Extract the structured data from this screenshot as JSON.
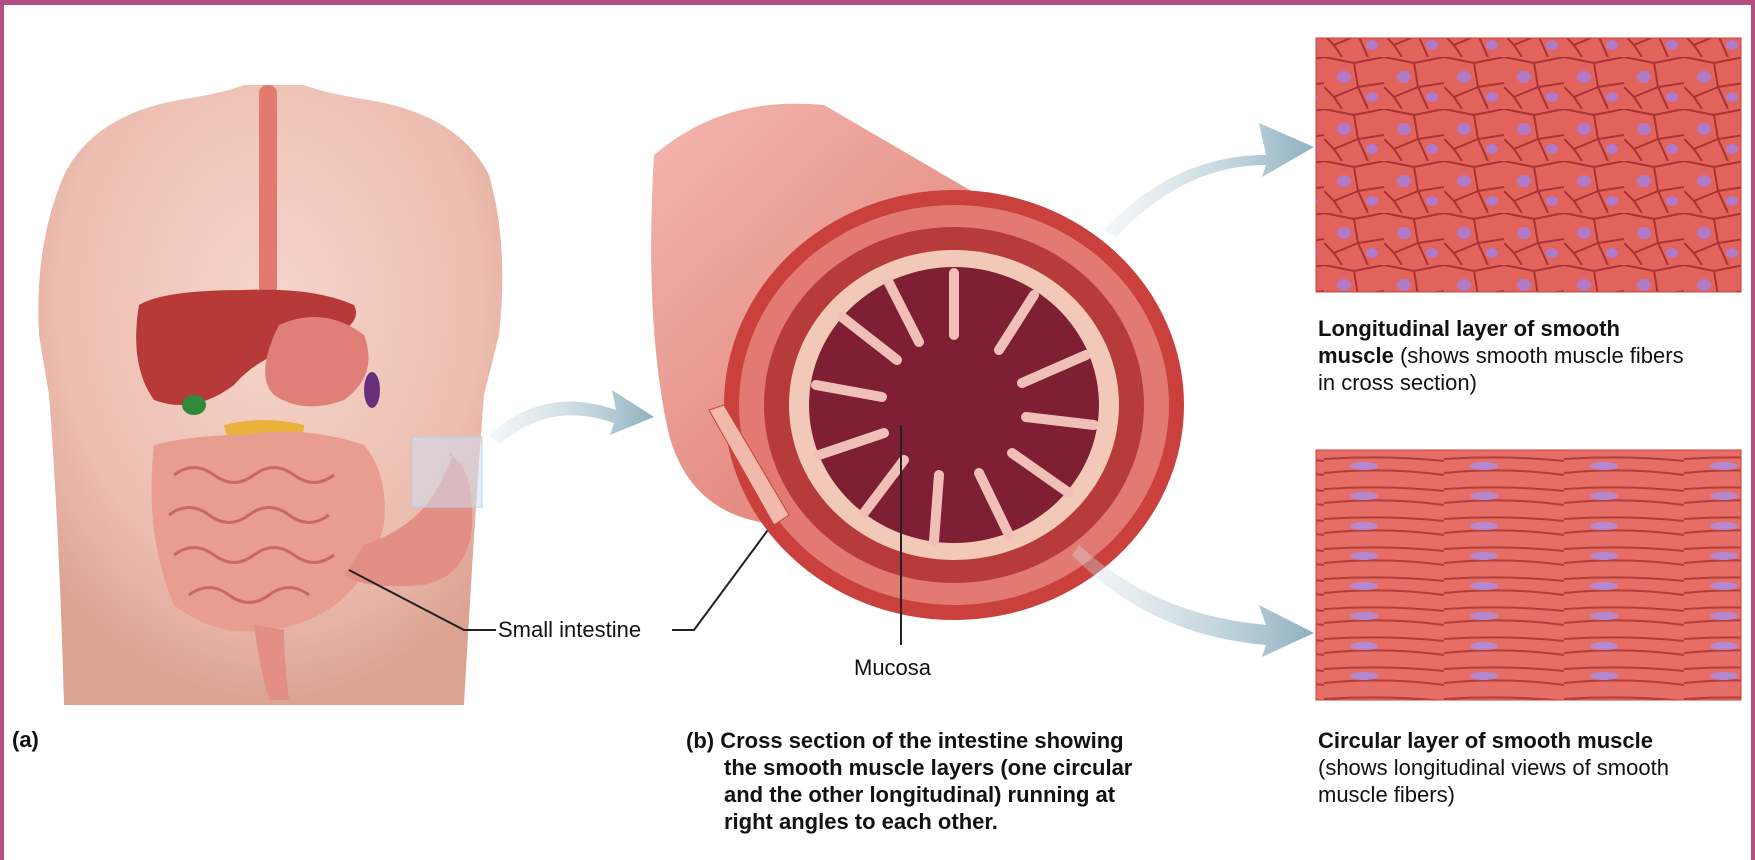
{
  "panel_a": {
    "label": "(a)",
    "callout_small_intestine": "Small intestine"
  },
  "panel_b": {
    "callout_mucosa": "Mucosa",
    "caption": {
      "prefix": "(b)",
      "lines": [
        "Cross section of the intestine showing",
        "the smooth muscle layers (one circular",
        "and the other longitudinal) running at",
        "right angles to each other."
      ]
    }
  },
  "longitudinal_layer": {
    "title_line1": "Longitudinal layer of smooth",
    "title_line2_bold": "muscle",
    "title_line2_rest": " (shows smooth muscle fibers",
    "title_line3": "in cross section)"
  },
  "circular_layer": {
    "title": "Circular layer of smooth muscle",
    "desc_line1": "(shows longitudinal views of smooth",
    "desc_line2": "muscle fibers)"
  },
  "colors": {
    "frame_border": "#b34f84",
    "muscle_red": "#d9534f",
    "nucleus_purple": "#a070c0",
    "arrow_blue": "#a9c3cf"
  }
}
